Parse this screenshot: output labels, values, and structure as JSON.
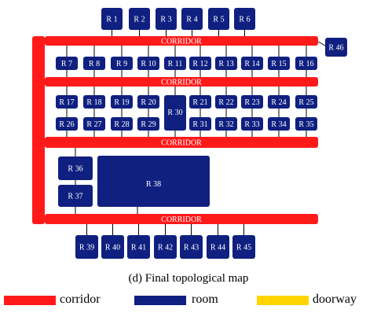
{
  "colors": {
    "corridor": "#ff1a1a",
    "room": "#0f2080",
    "doorway": "#ffd400",
    "connector": "#000000",
    "room_text": "#ffffff",
    "corridor_text": "#ffffff"
  },
  "corridors": [
    {
      "id": "c1",
      "label": "CORRIDOR"
    },
    {
      "id": "c2",
      "label": "CORRIDOR"
    },
    {
      "id": "c3",
      "label": "CORRIDOR"
    },
    {
      "id": "c4",
      "label": "CORRIDOR"
    }
  ],
  "rooms": [
    {
      "id": "R1",
      "label": "R 1"
    },
    {
      "id": "R2",
      "label": "R 2"
    },
    {
      "id": "R3",
      "label": "R 3"
    },
    {
      "id": "R4",
      "label": "R 4"
    },
    {
      "id": "R5",
      "label": "R 5"
    },
    {
      "id": "R6",
      "label": "R 6"
    },
    {
      "id": "R46",
      "label": "R 46"
    },
    {
      "id": "R7",
      "label": "R 7"
    },
    {
      "id": "R8",
      "label": "R 8"
    },
    {
      "id": "R9",
      "label": "R 9"
    },
    {
      "id": "R10",
      "label": "R 10"
    },
    {
      "id": "R11",
      "label": "R 11"
    },
    {
      "id": "R12",
      "label": "R 12"
    },
    {
      "id": "R13",
      "label": "R 13"
    },
    {
      "id": "R14",
      "label": "R 14"
    },
    {
      "id": "R15",
      "label": "R 15"
    },
    {
      "id": "R16",
      "label": "R 16"
    },
    {
      "id": "R17",
      "label": "R 17"
    },
    {
      "id": "R18",
      "label": "R 18"
    },
    {
      "id": "R19",
      "label": "R 19"
    },
    {
      "id": "R20",
      "label": "R 20"
    },
    {
      "id": "R30",
      "label": "R 30"
    },
    {
      "id": "R21",
      "label": "R 21"
    },
    {
      "id": "R22",
      "label": "R 22"
    },
    {
      "id": "R23",
      "label": "R 23"
    },
    {
      "id": "R24",
      "label": "R 24"
    },
    {
      "id": "R25",
      "label": "R 25"
    },
    {
      "id": "R26",
      "label": "R 26"
    },
    {
      "id": "R27",
      "label": "R 27"
    },
    {
      "id": "R28",
      "label": "R 28"
    },
    {
      "id": "R29",
      "label": "R 29"
    },
    {
      "id": "R31",
      "label": "R 31"
    },
    {
      "id": "R32",
      "label": "R 32"
    },
    {
      "id": "R33",
      "label": "R 33"
    },
    {
      "id": "R34",
      "label": "R 34"
    },
    {
      "id": "R35",
      "label": "R 35"
    },
    {
      "id": "R36",
      "label": "R 36"
    },
    {
      "id": "R37",
      "label": "R 37"
    },
    {
      "id": "R38",
      "label": "R 38"
    },
    {
      "id": "R39",
      "label": "R 39"
    },
    {
      "id": "R40",
      "label": "R 40"
    },
    {
      "id": "R41",
      "label": "R 41"
    },
    {
      "id": "R42",
      "label": "R 42"
    },
    {
      "id": "R43",
      "label": "R 43"
    },
    {
      "id": "R44",
      "label": "R 44"
    },
    {
      "id": "R45",
      "label": "R 45"
    }
  ],
  "caption": "(d) Final topological map",
  "legend": [
    {
      "key": "corridor",
      "label": "corridor"
    },
    {
      "key": "room",
      "label": "room"
    },
    {
      "key": "doorway",
      "label": "doorway"
    }
  ]
}
